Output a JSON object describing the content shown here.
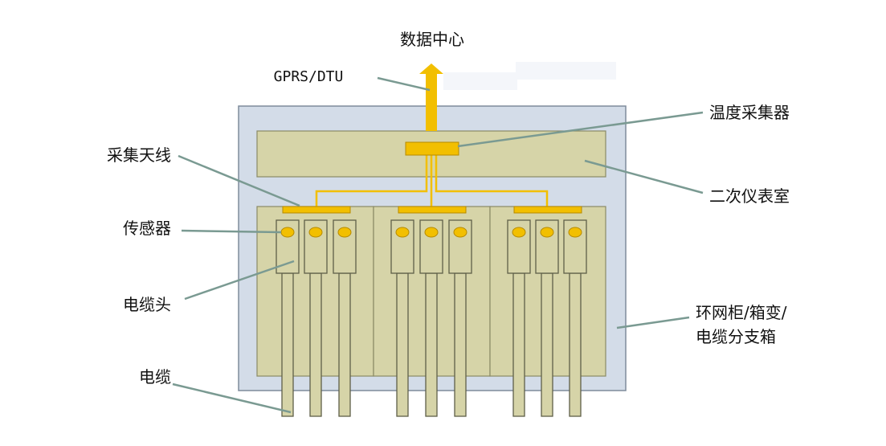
{
  "labels": {
    "data_center": "数据中心",
    "gprs": "GPRS/DTU",
    "collector": "温度采集器",
    "antenna": "采集天线",
    "secondary_room": "二次仪表室",
    "sensor": "传感器",
    "cable_head": "电缆头",
    "cabinet_line1": "环网柜/箱变/",
    "cabinet_line2": "电缆分支箱",
    "cable": "电缆"
  },
  "colors": {
    "enclosure_fill": "#d3dce8",
    "enclosure_stroke": "#7f8c9c",
    "panel_fill": "#d6d4a8",
    "panel_stroke": "#8a8a66",
    "signal": "#f2bf00",
    "signal_stroke": "#b58a00",
    "leader": "#7a9a92"
  }
}
